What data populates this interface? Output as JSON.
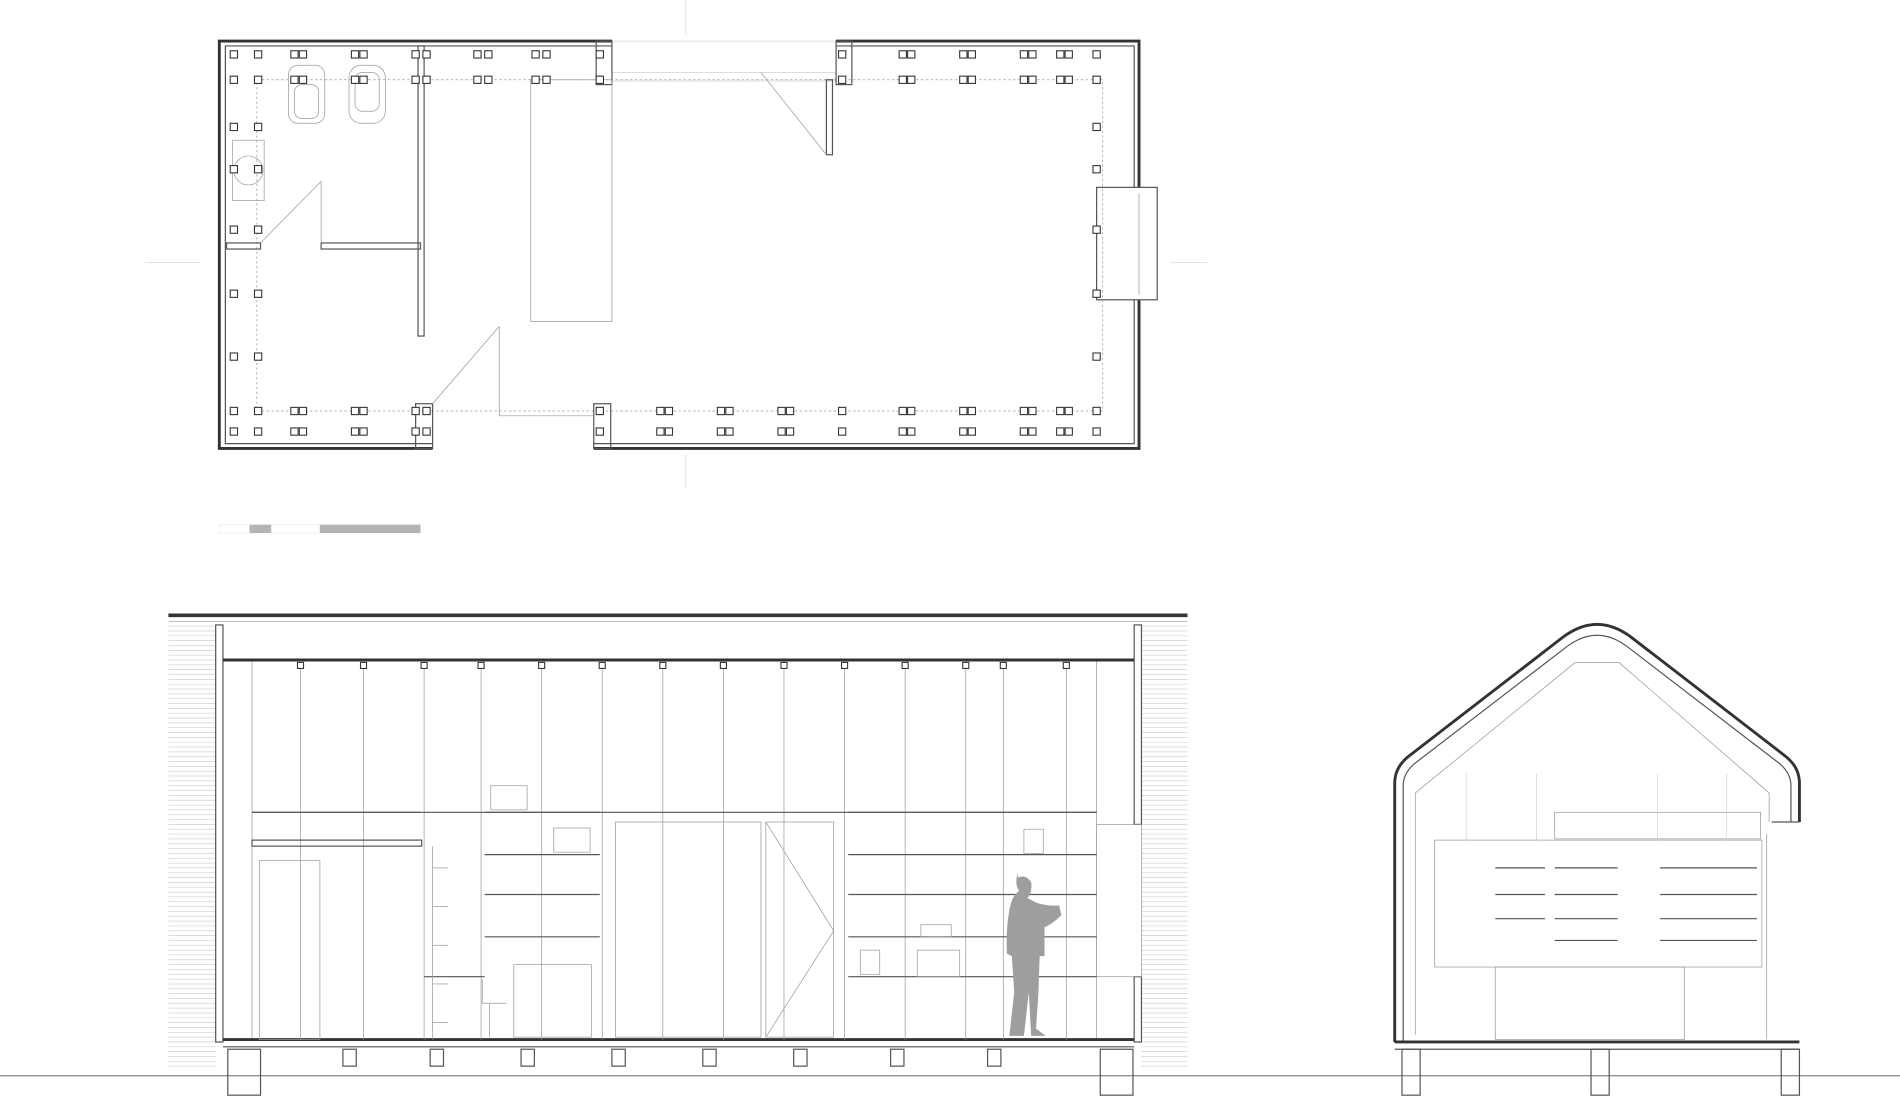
{
  "drawing": {
    "views": [
      "floor-plan",
      "longitudinal-section",
      "cross-section"
    ],
    "colors": {
      "line": "#333333",
      "thin_line": "#9a9a9a",
      "faint_line": "#d2d2d2",
      "scale_bar_fill": "#b4b4b4",
      "person_fill": "#9e9e9e",
      "background": "#ffffff"
    },
    "scale_bar_segments": [
      "white",
      "grey",
      "white",
      "grey"
    ]
  }
}
